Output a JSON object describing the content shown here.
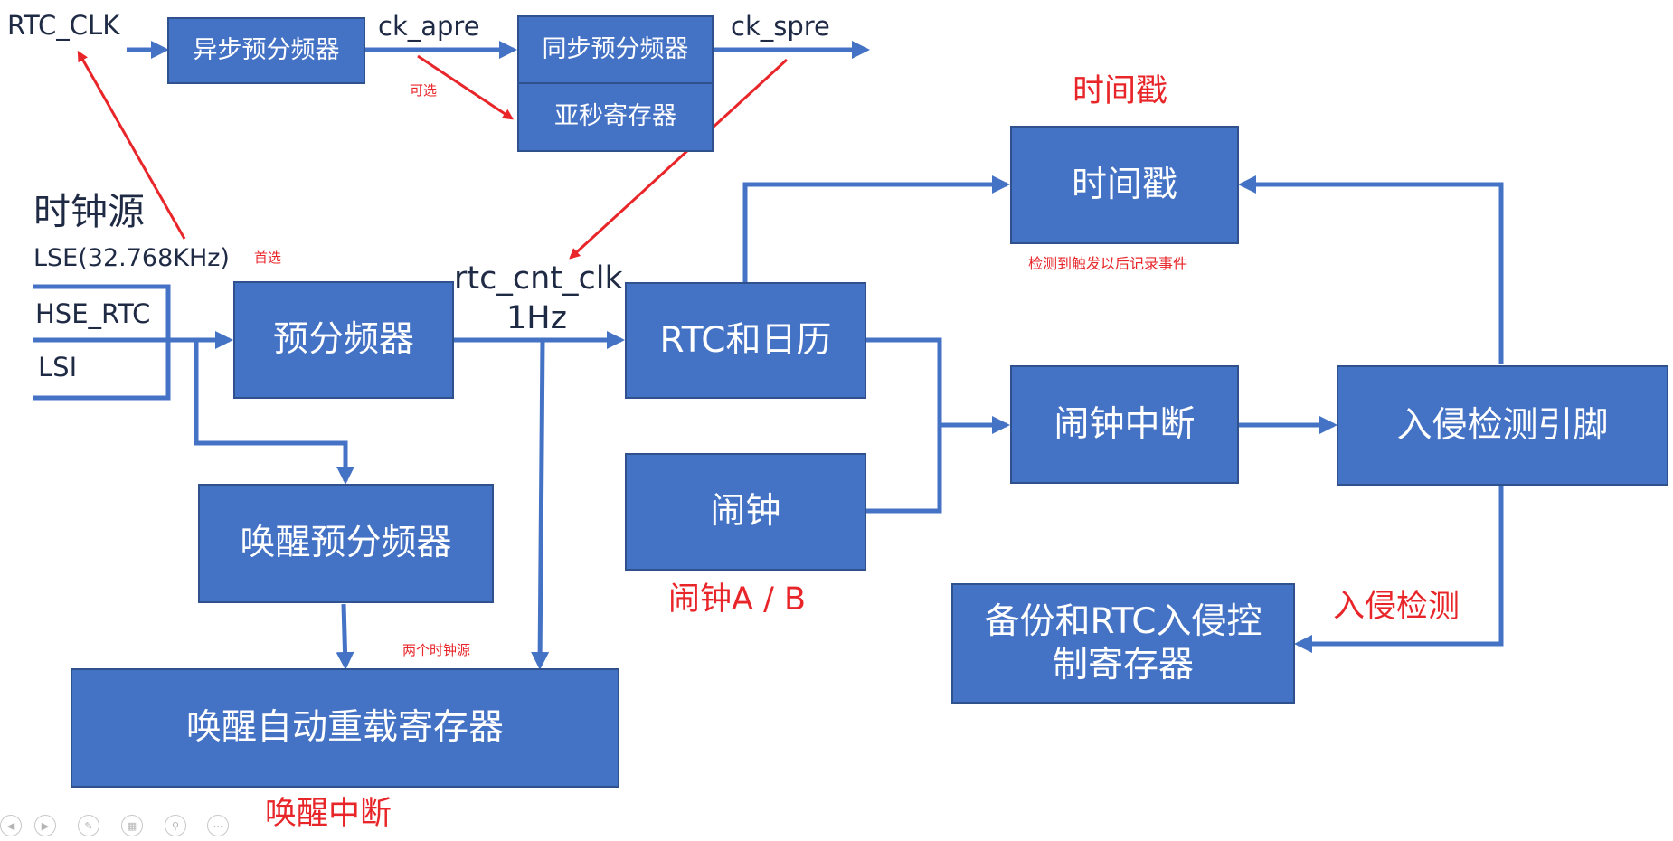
{
  "colors": {
    "box_fill": "#4472C4",
    "box_border": "#2F528F",
    "connector": "#4472C4",
    "annotation": "#E8262A",
    "label": "#1F2A44"
  },
  "boxes": {
    "async_prescaler": "异步预分频器",
    "sync_prescaler": "同步预分频器",
    "subsecond_register": "亚秒寄存器",
    "timestamp": "时间戳",
    "prescaler": "预分频器",
    "rtc_calendar": "RTC和日历",
    "alarm_interrupt": "闹钟中断",
    "tamper_pin": "入侵检测引脚",
    "alarm": "闹钟",
    "wakeup_prescaler": "唤醒预分频器",
    "backup_tamper_register": "备份和RTC入侵控\n制寄存器",
    "wakeup_reload_register": "唤醒自动重载寄存器"
  },
  "labels": {
    "rtc_clk": "RTC_CLK",
    "ck_apre": "ck_apre",
    "ck_spre": "ck_spre",
    "clock_source": "时钟源",
    "lse": "LSE(32.768KHz)",
    "hse_rtc": "HSE_RTC",
    "lsi": "LSI",
    "rtc_cnt_clk": "rtc_cnt_clk",
    "one_hz": "1Hz"
  },
  "annotations": {
    "optional": "可选",
    "preferred": "首选",
    "timestamp_title": "时间戳",
    "timestamp_note": "检测到触发以后记录事件",
    "alarm_ab": "闹钟A / B",
    "tamper_detect": "入侵检测",
    "two_sources": "两个时钟源",
    "wakeup_interrupt": "唤醒中断"
  },
  "toolbar": {
    "icons": [
      "prev-icon",
      "next-icon",
      "pen-icon",
      "slides-icon",
      "zoom-icon",
      "more-icon"
    ],
    "glyphs": [
      "◀",
      "▶",
      "✎",
      "▦",
      "⚲",
      "⋯"
    ]
  }
}
